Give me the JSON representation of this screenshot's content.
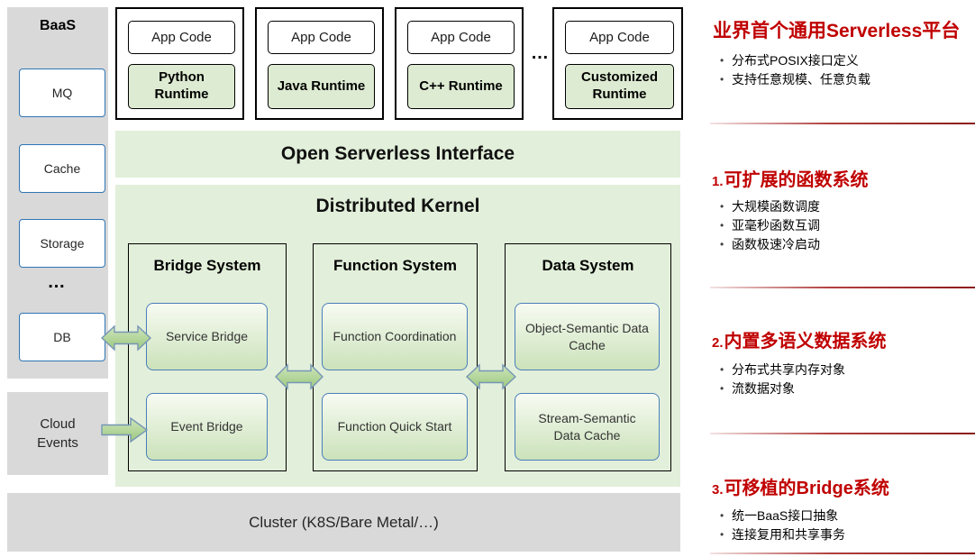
{
  "colors": {
    "accent_red": "#c00000",
    "panel_gray": "#d9d9d9",
    "light_green_bar": "#e2efda",
    "runtime_green": "#ddebd2",
    "inner_box_border_blue": "#4a7ebb",
    "arrow_green": "#a9d18e"
  },
  "ellipsis": "…",
  "baas": {
    "title": "BaaS",
    "items": [
      "MQ",
      "Cache",
      "Storage",
      "DB"
    ]
  },
  "cloud_events": "Cloud Events",
  "runtimes": {
    "app_code_label": "App Code",
    "items": [
      "Python Runtime",
      "Java Runtime",
      "C++ Runtime",
      "Customized Runtime"
    ]
  },
  "interface_bar": "Open Serverless Interface",
  "kernel": {
    "title": "Distributed Kernel",
    "systems": [
      {
        "title": "Bridge System",
        "boxes": [
          "Service Bridge",
          "Event Bridge"
        ]
      },
      {
        "title": "Function System",
        "boxes": [
          "Function Coordination",
          "Function Quick Start"
        ]
      },
      {
        "title": "Data System",
        "boxes": [
          "Object-Semantic Data Cache",
          "Stream-Semantic Data Cache"
        ]
      }
    ]
  },
  "cluster": "Cluster (K8S/Bare Metal/…)",
  "notes": [
    {
      "number": "",
      "title": "业界首个通用Serverless平台",
      "bullets": [
        "分布式POSIX接口定义",
        "支持任意规模、任意负载"
      ]
    },
    {
      "number": "1.",
      "title": "可扩展的函数系统",
      "bullets": [
        "大规模函数调度",
        "亚毫秒函数互调",
        "函数极速冷启动"
      ]
    },
    {
      "number": "2.",
      "title": "内置多语义数据系统",
      "bullets": [
        "分布式共享内存对象",
        "流数据对象"
      ]
    },
    {
      "number": "3.",
      "title": "可移植的Bridge系统",
      "bullets": [
        "统一BaaS接口抽象",
        "连接复用和共享事务"
      ]
    }
  ]
}
